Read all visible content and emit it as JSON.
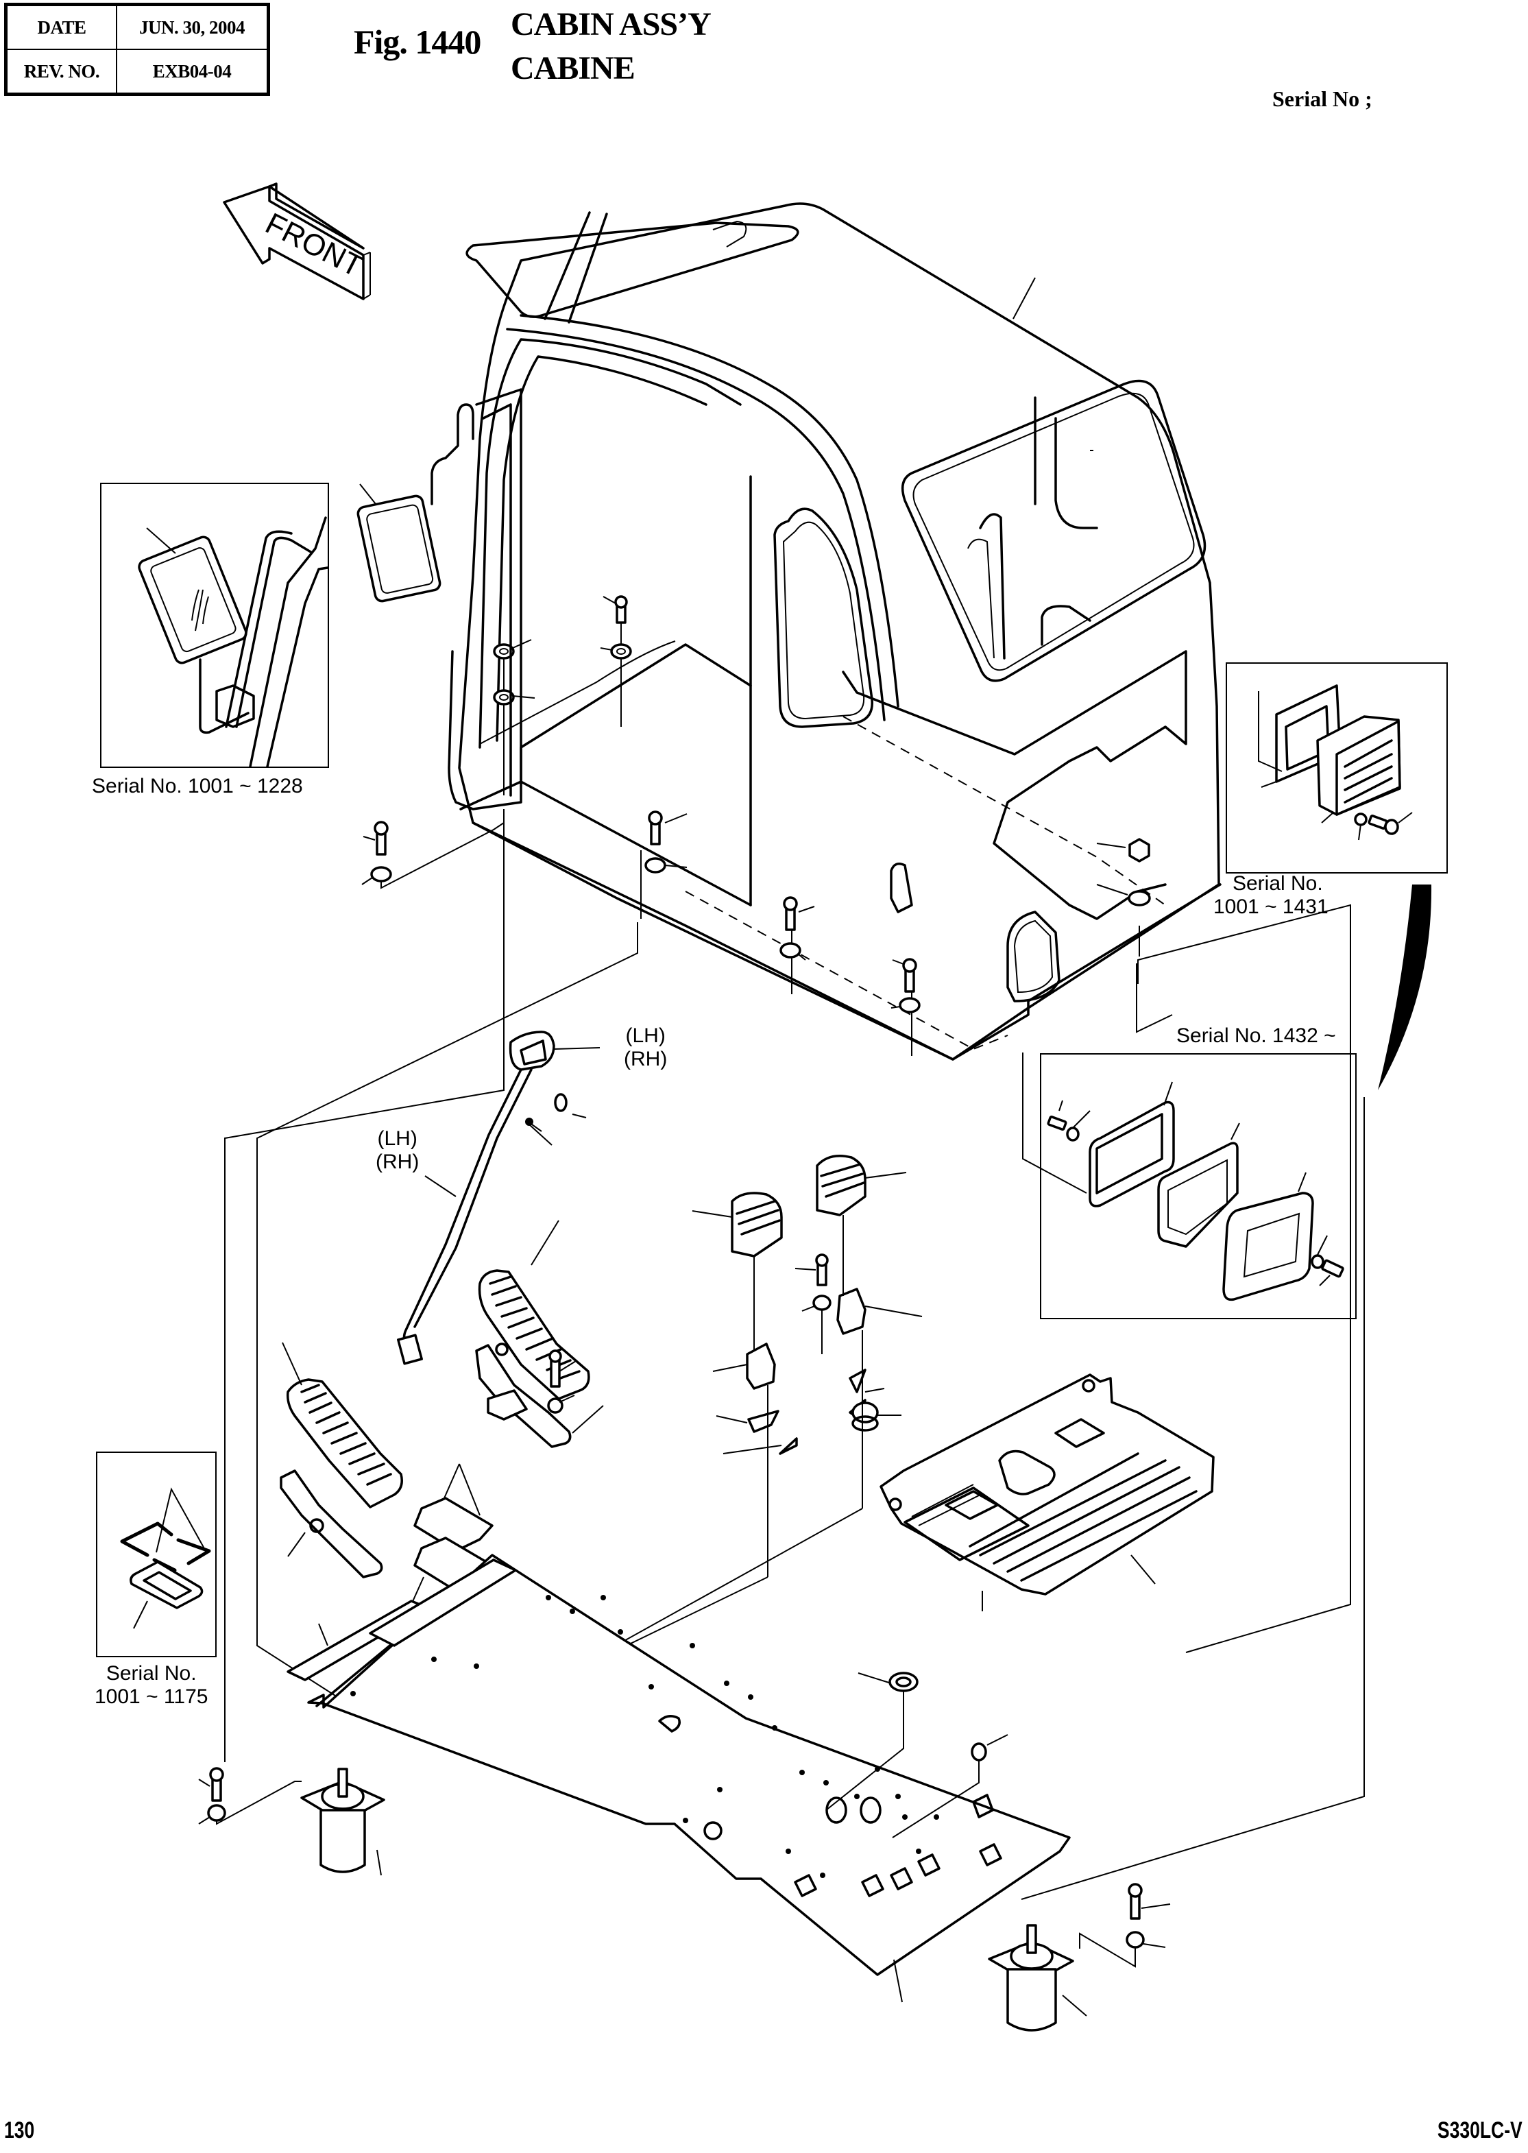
{
  "header": {
    "date_label": "DATE",
    "date_value": "JUN. 30, 2004",
    "rev_label": "REV. NO.",
    "rev_value": "EXB04-04"
  },
  "figure": {
    "number": "Fig. 1440",
    "title_en": "CABIN ASS’Y",
    "title_fr": "CABINE"
  },
  "serial_header": "Serial No ;",
  "direction_arrow": {
    "label": "FRONT",
    "icon": "front-arrow-icon"
  },
  "callouts": {
    "mirror_inset": "Serial No. 1001 ~ 1228",
    "vent_inset_old_line1": "Serial No.",
    "vent_inset_old_line2": "1001 ~ 1431",
    "vent_inset_new": "Serial No. 1432 ~",
    "mat_inset_line1": "Serial No.",
    "mat_inset_line2": "1001 ~ 1175",
    "lever_knob_lh": "(LH)",
    "lever_knob_rh": "(RH)",
    "lever_lh": "(LH)",
    "lever_rh": "(RH)"
  },
  "parts": [
    "cabin-shell",
    "side-mirror",
    "front-arrow",
    "cabin-bolts-nuts-washers",
    "vent-assembly-old",
    "vent-assembly-new",
    "travel-lever-knob",
    "travel-lever",
    "travel-pedals",
    "pedal-brackets",
    "pedal-covers",
    "auxiliary-pedals",
    "floor-mat",
    "floor-plate",
    "cabin-mounts",
    "grommet",
    "plugs"
  ],
  "footer": {
    "page_number": "130",
    "model": "S330LC-V"
  }
}
